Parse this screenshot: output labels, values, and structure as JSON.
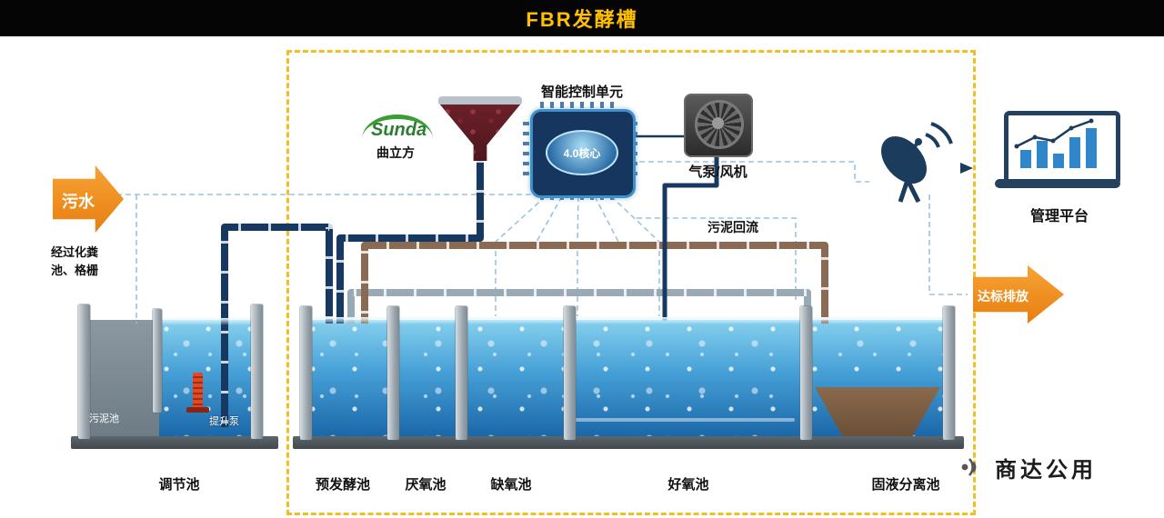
{
  "header": {
    "title": "FBR发酵槽"
  },
  "inlet": {
    "label": "污水",
    "note": "经过化粪池、格栅"
  },
  "outlet": {
    "label": "达标排放"
  },
  "control_unit": {
    "title": "智能控制单元",
    "core": "4.0核心"
  },
  "brand_logo": {
    "name": "Sunda",
    "product": "曲立方"
  },
  "air_pump": {
    "label": "气泵/风机"
  },
  "sludge_return": {
    "label": "污泥回流"
  },
  "platform": {
    "label": "管理平台"
  },
  "regulation_tank": {
    "label": "调节池",
    "sludge_zone": "污泥池",
    "lift_pump": "提升泵"
  },
  "tanks": [
    {
      "label": "预发酵池"
    },
    {
      "label": "厌氧池"
    },
    {
      "label": "缺氧池"
    },
    {
      "label": "好氧池"
    },
    {
      "label": "固液分离池"
    }
  ],
  "footer": {
    "brand": "商达公用"
  },
  "colors": {
    "header_accent": "#FFC000",
    "boundary_dash": "#F0C020",
    "flow_arrow": "#F08A1E",
    "pipe_navy": "#17395F",
    "pipe_brown": "#8A6A52",
    "pipe_gray": "#9AAAB4",
    "water_top": "#86D0EE",
    "water_deep": "#1B67A9"
  }
}
